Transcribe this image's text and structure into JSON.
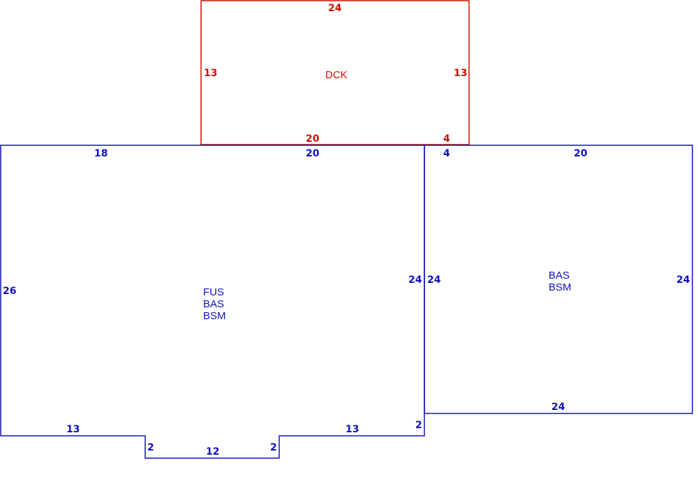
{
  "colors": {
    "deck": "#cc1100",
    "main": "#1111bb"
  },
  "deck": {
    "code": "DCK",
    "dims": {
      "top": "24",
      "left": "13",
      "right": "13",
      "bottom_a": "20",
      "bottom_b": "4"
    }
  },
  "main": {
    "codes": [
      "FUS",
      "BAS",
      "BSM"
    ],
    "dims": {
      "top_a": "18",
      "top_b": "20",
      "left": "26",
      "right": "24",
      "bottom_left": "13",
      "notch_left": "2",
      "notch_bottom": "12",
      "notch_right": "2",
      "bottom_right": "13",
      "corner": "2"
    }
  },
  "side": {
    "codes": [
      "BAS",
      "BSM"
    ],
    "dims": {
      "top_a": "4",
      "top_b": "20",
      "left": "24",
      "right": "24",
      "bottom": "24"
    }
  }
}
